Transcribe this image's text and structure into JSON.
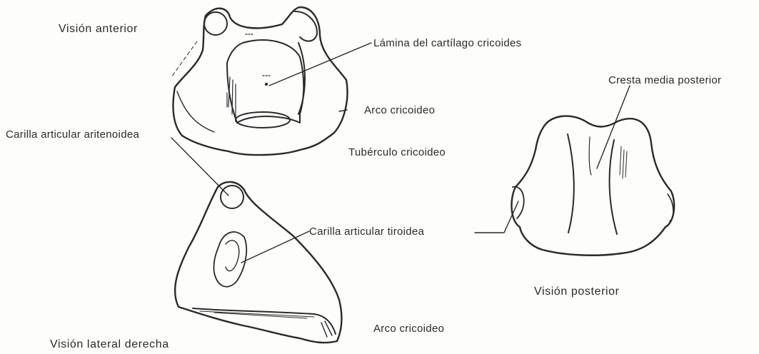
{
  "views": {
    "anterior": "Visión anterior",
    "posterior": "Visión posterior",
    "lateral": "Visión lateral derecha"
  },
  "labels": {
    "lamina": "Lámina del cartílago cricoides",
    "arco_anterior": "Arco cricoideo",
    "carilla_aritenoidea": "Carilla articular aritenoidea",
    "tuberculo": "Tubérculo cricoideo",
    "cresta": "Cresta media posterior",
    "carilla_tiroidea": "Carilla articular tiroidea",
    "arco_lateral": "Arco cricoideo"
  },
  "colors": {
    "ink": "#2a2a2a",
    "paper": "#fdfdfc"
  }
}
